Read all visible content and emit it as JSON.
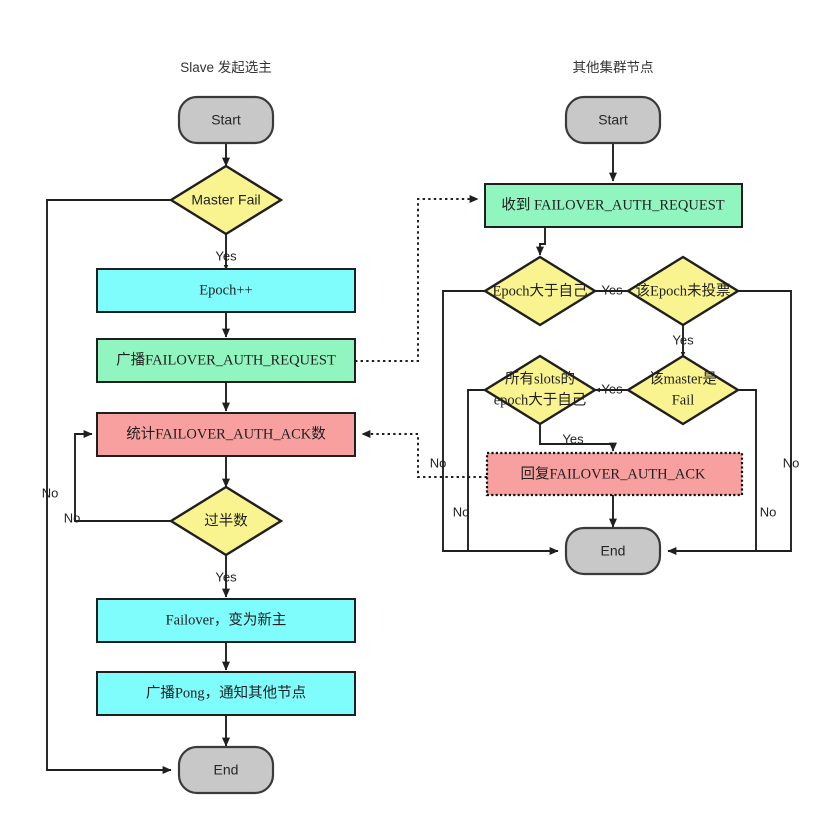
{
  "diagram": {
    "title_left": "Slave 发起选主",
    "title_right": "其他集群节点",
    "colors": {
      "terminator": "#c8c8c8",
      "cyan": "#7ffcfc",
      "green": "#90f5bf",
      "red": "#f8a0a0",
      "yellow": "#f9f48f",
      "stroke": "#1f1f1f",
      "background": "#ffffff"
    },
    "left_column": {
      "heading": "Slave 发起选主",
      "nodes": [
        {
          "id": "l-start",
          "type": "terminator",
          "label": "Start"
        },
        {
          "id": "l-master",
          "type": "decision",
          "label": "Master Fail"
        },
        {
          "id": "l-epoch",
          "type": "process",
          "label": "Epoch++"
        },
        {
          "id": "l-bcast",
          "type": "process",
          "label": "广播FAILOVER_AUTH_REQUEST"
        },
        {
          "id": "l-count",
          "type": "process",
          "label": "统计FAILOVER_AUTH_ACK数"
        },
        {
          "id": "l-majority",
          "type": "decision",
          "label": "过半数"
        },
        {
          "id": "l-failover",
          "type": "process",
          "label": "Failover，变为新主"
        },
        {
          "id": "l-pong",
          "type": "process",
          "label": "广播Pong，通知其他节点"
        },
        {
          "id": "l-end",
          "type": "terminator",
          "label": "End"
        }
      ],
      "edge_labels": {
        "master_fail_yes": "Yes",
        "master_fail_no": "No",
        "majority_yes": "Yes",
        "majority_no": "No"
      }
    },
    "right_column": {
      "heading": "其他集群节点",
      "nodes": [
        {
          "id": "r-start",
          "type": "terminator",
          "label": "Start"
        },
        {
          "id": "r-recv",
          "type": "process",
          "label": "收到 FAILOVER_AUTH_REQUEST"
        },
        {
          "id": "r-epochgt",
          "type": "decision",
          "label": "Epoch大于自己"
        },
        {
          "id": "r-novote",
          "type": "decision",
          "label": "该Epoch未投票"
        },
        {
          "id": "r-slots",
          "type": "decision",
          "label_line1": "所有slots的",
          "label_line2": "epoch大于自己"
        },
        {
          "id": "r-isfail",
          "type": "decision",
          "label_line1": "该master是",
          "label_line2": "Fail"
        },
        {
          "id": "r-reply",
          "type": "process",
          "label": "回复FAILOVER_AUTH_ACK"
        },
        {
          "id": "r-end",
          "type": "terminator",
          "label": "End"
        }
      ],
      "edge_labels": {
        "epochgt_yes": "Yes",
        "novote_yes": "Yes",
        "slots_yes": "Yes",
        "isfail_yes": "Yes",
        "epochgt_no": "No",
        "slots_no": "No",
        "novote_no": "No",
        "isfail_no": "No"
      }
    }
  }
}
